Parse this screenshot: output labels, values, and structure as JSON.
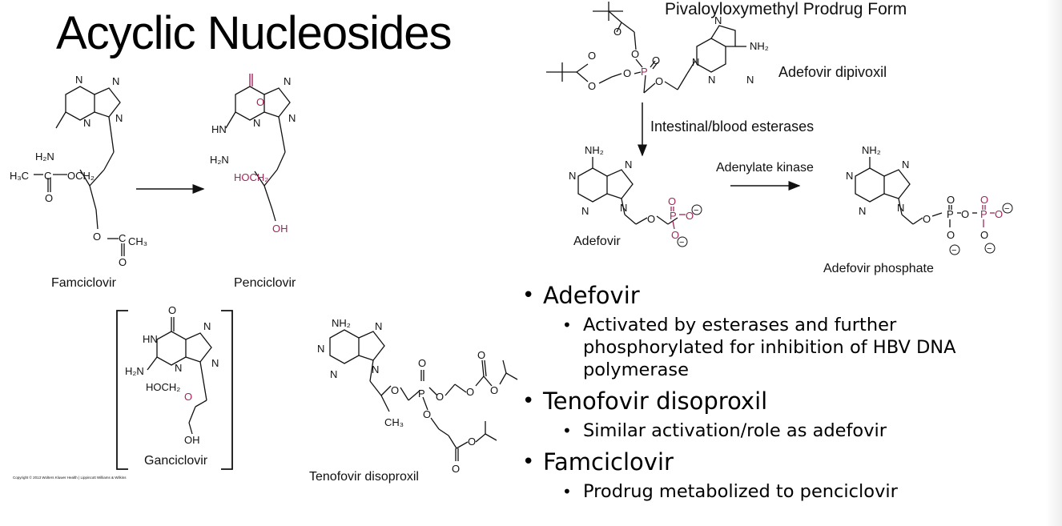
{
  "slide": {
    "title": "Acyclic Nucleosides",
    "copyright": "Copyright © 2013 Wolters Kluwer Health | Lippincott Williams & Wilkins"
  },
  "molecules": {
    "famciclovir": "Famciclovir",
    "penciclovir": "Penciclovir",
    "ganciclovir": "Ganciclovir",
    "tenofovir": "Tenofovir disoproxil",
    "adefovir_dipivoxil": "Adefovir dipivoxil",
    "adefovir": "Adefovir",
    "adefovir_phosphate": "Adefovir phosphate"
  },
  "annotations": {
    "prodrug_form": "Pivaloyloxymethyl Prodrug Form",
    "esterases": "Intestinal/blood esterases",
    "kinase": "Adenylate kinase"
  },
  "atoms": {
    "N": "N",
    "O": "O",
    "P": "P",
    "NH2": "NH₂",
    "H2N": "H₂N",
    "HN": "HN",
    "OH": "OH",
    "OCH2": "OCH₂",
    "HOCH2": "HOCH₂",
    "H3C": "H₃C",
    "C": "C",
    "CH3": "CH₃",
    "minus": "−"
  },
  "bullets": [
    {
      "title": "Adefovir",
      "sub": [
        "Activated by esterases and further",
        "phosphorylated for inhibition of HBV DNA",
        "polymerase"
      ]
    },
    {
      "title": "Tenofovir disoproxil",
      "sub": [
        "Similar activation/role as adefovir"
      ]
    },
    {
      "title": "Famciclovir",
      "sub": [
        "Prodrug metabolized to penciclovir"
      ]
    }
  ],
  "colors": {
    "highlight": "#a3255a",
    "text": "#111111"
  }
}
